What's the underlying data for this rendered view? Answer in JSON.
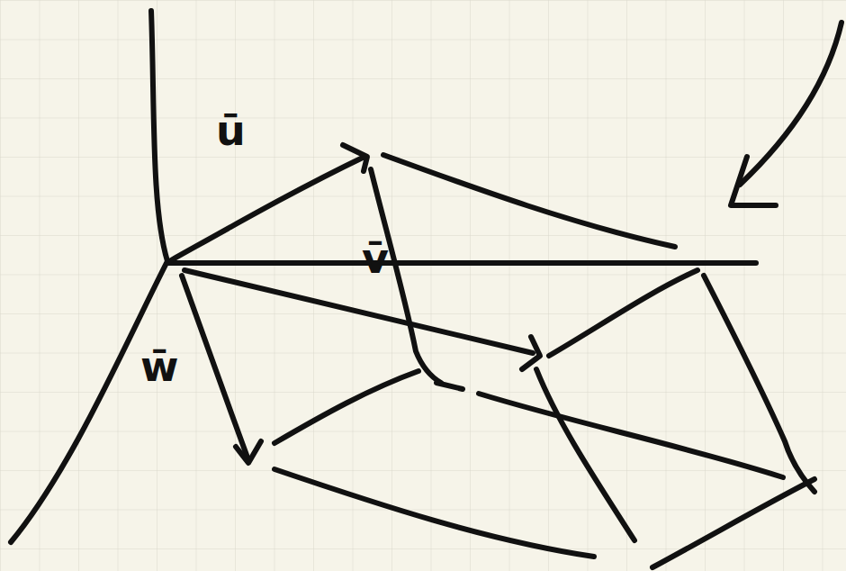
{
  "diagram": {
    "labels": [
      "ū",
      "v̄",
      "w̄"
    ]
  }
}
